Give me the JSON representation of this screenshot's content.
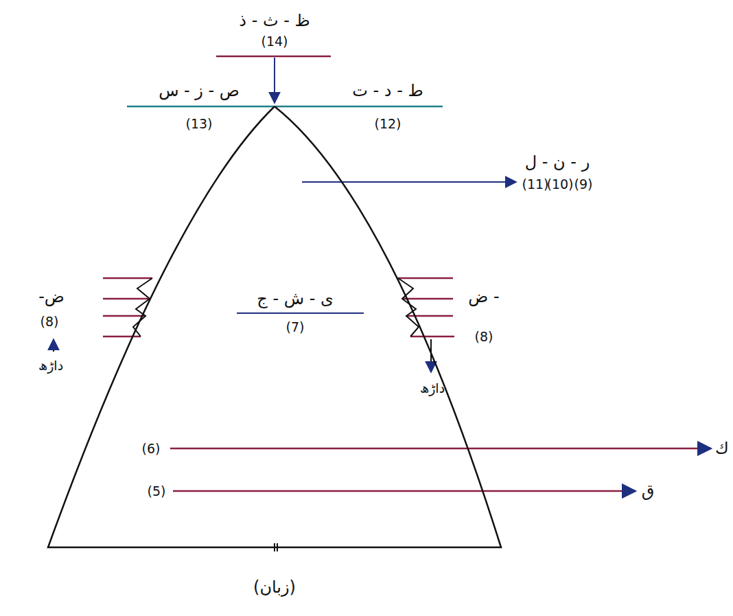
{
  "diagram": {
    "nodes": [
      {
        "text": [
          "ج - ش - ی",
          "(7)",
          "(زبان)"
        ]
      }
    ],
    "labels": [
      "ذ - ث - ظ",
      "(14)",
      "س - ز - ص",
      "(13)",
      "ت - د - ط",
      "(12)",
      "ل - ن - ر",
      "(11)",
      "(10)",
      "(9)",
      "-ض",
      "(8)",
      "داڑھ",
      "ض -",
      "(8)",
      "داڑھ",
      "(6)",
      "ك",
      "(5)",
      "ق"
    ]
  }
}
